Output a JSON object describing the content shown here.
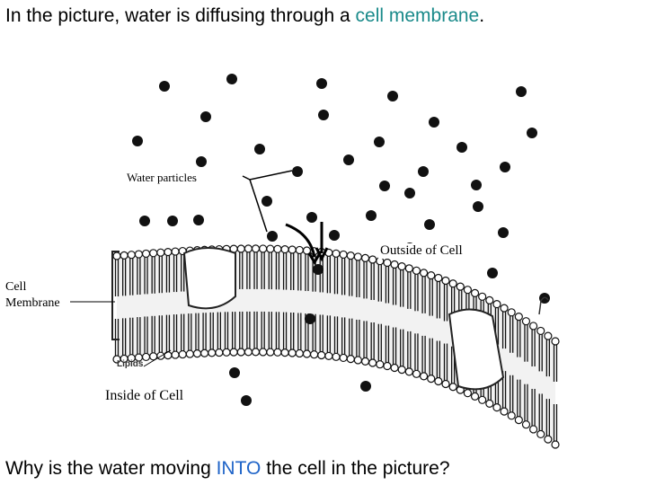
{
  "title": {
    "prefix": "In the picture, water is diffusing through a ",
    "highlight": "cell membrane",
    "suffix": "."
  },
  "question": {
    "prefix": "Why is the water moving ",
    "highlight": "INTO",
    "suffix": " the cell in the picture?"
  },
  "labels": {
    "water_particles": "Water particles",
    "outside_cell": "Outside of Cell",
    "cell_membrane_line1": "Cell",
    "cell_membrane_line2": "Membrane",
    "lipids": "Lipids",
    "inside_cell": "Inside of Cell"
  },
  "colors": {
    "highlight_title": "#1a8a8a",
    "highlight_question": "#1f64c8",
    "particle": "#111111"
  }
}
